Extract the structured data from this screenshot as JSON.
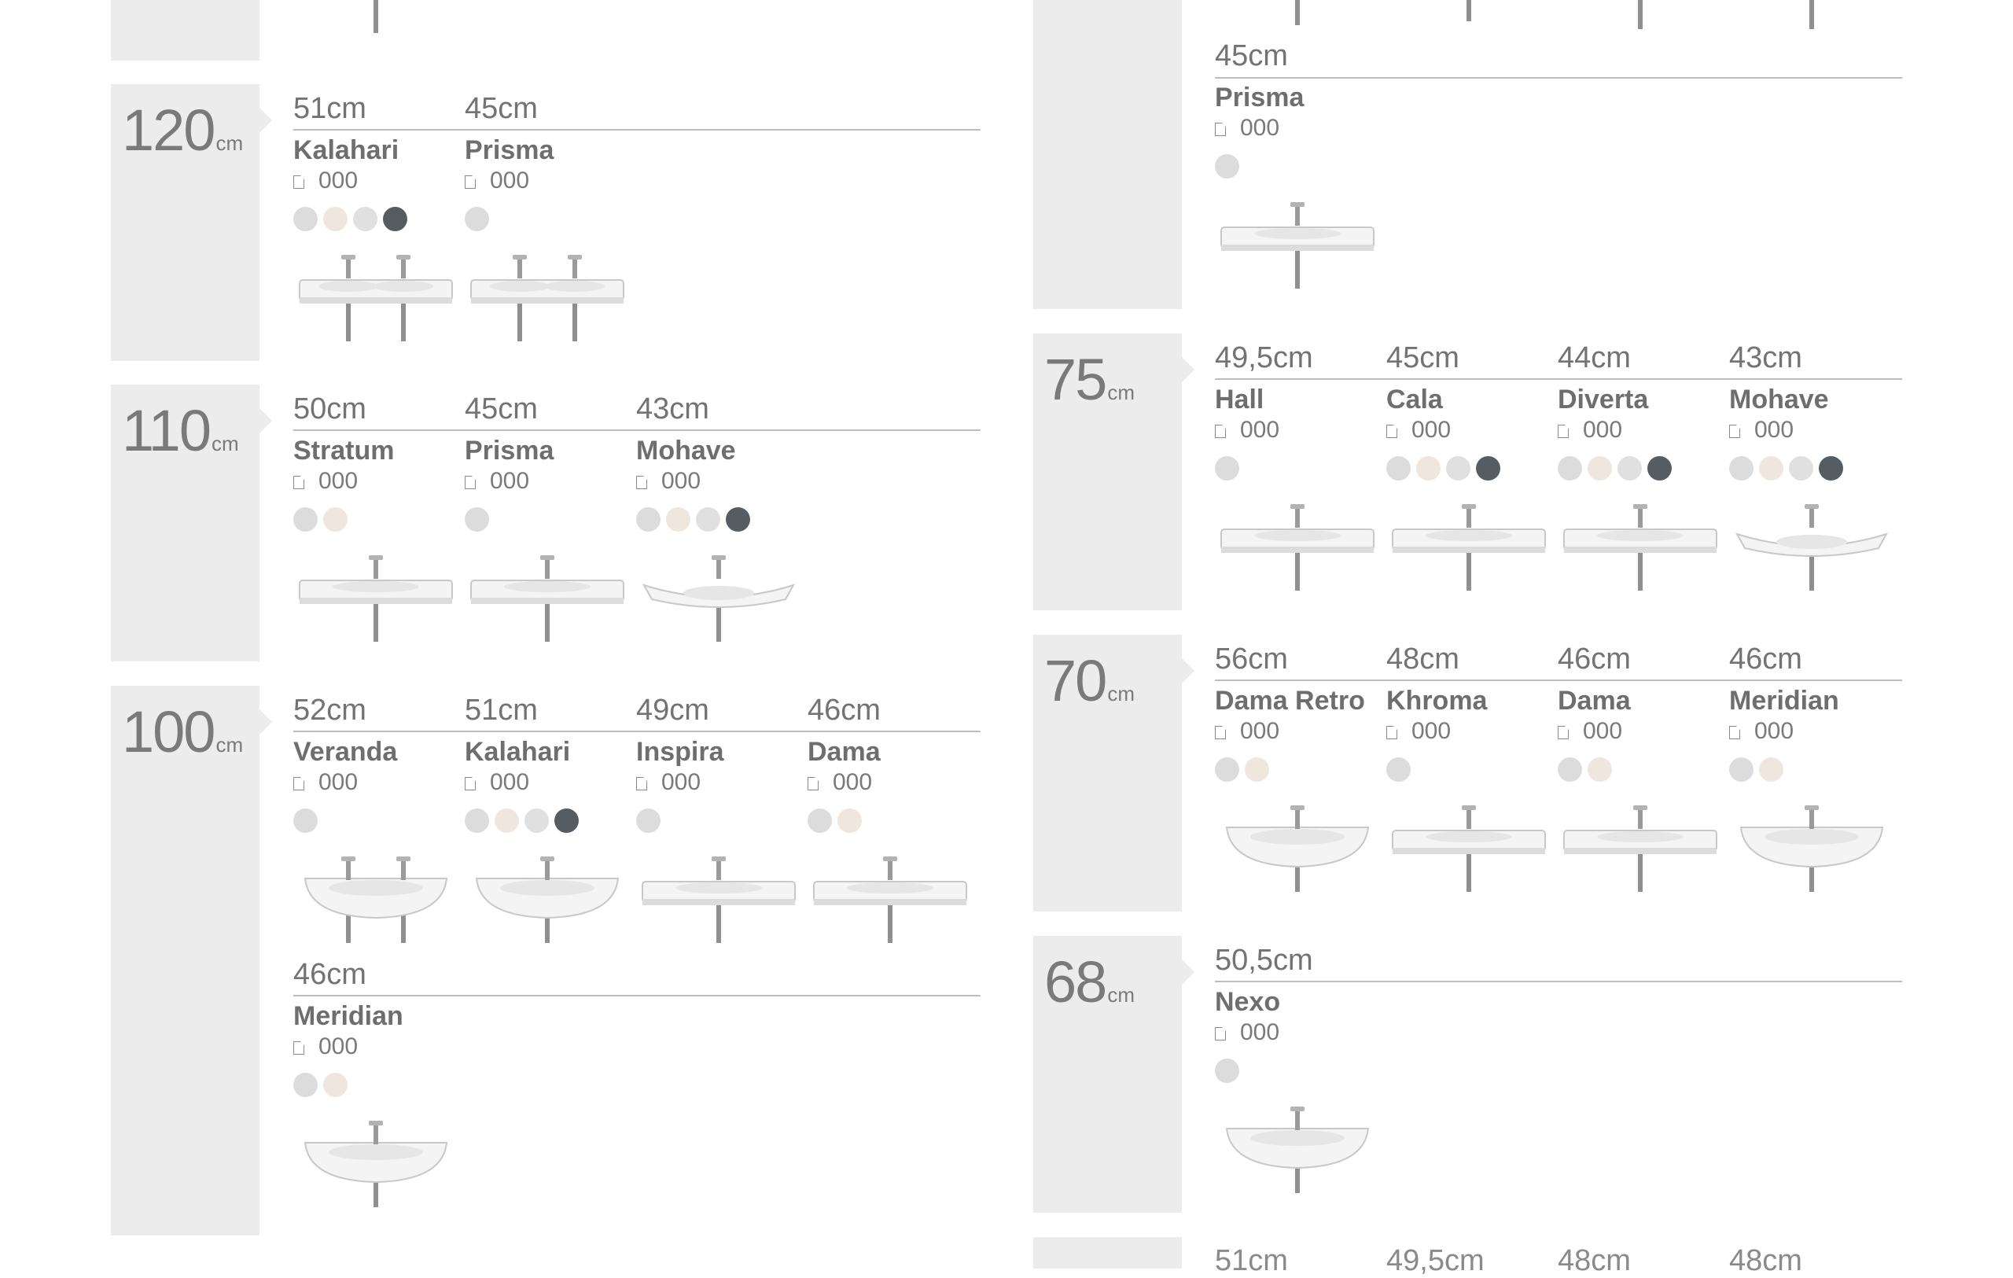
{
  "colors": {
    "grey": "#dcdcdc",
    "beige": "#efe6dd",
    "light": "#e0e0e0",
    "dark": "#555d62"
  },
  "sections": {
    "s120": {
      "size": "120",
      "unit": "cm",
      "products": [
        {
          "width": "51cm",
          "name": "Kalahari",
          "code": "000",
          "swatches": [
            "grey",
            "beige",
            "light",
            "dark"
          ],
          "image": "double-basin-icon"
        },
        {
          "width": "45cm",
          "name": "Prisma",
          "code": "000",
          "swatches": [
            "grey"
          ],
          "image": "double-rect-basin-icon"
        }
      ]
    },
    "s110": {
      "size": "110",
      "unit": "cm",
      "products": [
        {
          "width": "50cm",
          "name": "Stratum",
          "code": "000",
          "swatches": [
            "grey",
            "beige"
          ],
          "image": "flat-basin-icon"
        },
        {
          "width": "45cm",
          "name": "Prisma",
          "code": "000",
          "swatches": [
            "grey"
          ],
          "image": "rect-basin-drawers-icon"
        },
        {
          "width": "43cm",
          "name": "Mohave",
          "code": "000",
          "swatches": [
            "grey",
            "beige",
            "light",
            "dark"
          ],
          "image": "curved-basin-icon"
        }
      ]
    },
    "s100": {
      "size": "100",
      "unit": "cm",
      "products": [
        {
          "width": "52cm",
          "name": "Veranda",
          "code": "000",
          "swatches": [
            "grey"
          ],
          "image": "double-oval-basin-icon"
        },
        {
          "width": "51cm",
          "name": "Kalahari",
          "code": "000",
          "swatches": [
            "grey",
            "beige",
            "light",
            "dark"
          ],
          "image": "oval-basin-icon"
        },
        {
          "width": "49cm",
          "name": "Inspira",
          "code": "000",
          "swatches": [
            "grey"
          ],
          "image": "square-basin-icon"
        },
        {
          "width": "46cm",
          "name": "Dama",
          "code": "000",
          "swatches": [
            "grey",
            "beige"
          ],
          "image": "slim-basin-icon"
        },
        {
          "width": "46cm",
          "name": "Meridian",
          "code": "000",
          "swatches": [
            "grey",
            "beige"
          ],
          "image": "round-basin-icon"
        }
      ]
    },
    "s80": {
      "width": "45cm",
      "name": "Prisma",
      "code": "000",
      "swatches": [
        "grey"
      ],
      "image": "rect-basin-icon"
    },
    "s75": {
      "size": "75",
      "unit": "cm",
      "products": [
        {
          "width": "49,5cm",
          "name": "Hall",
          "code": "000",
          "swatches": [
            "grey"
          ],
          "image": "box-basin-icon"
        },
        {
          "width": "45cm",
          "name": "Cala",
          "code": "000",
          "swatches": [
            "grey",
            "beige",
            "light",
            "dark"
          ],
          "image": "soft-basin-icon"
        },
        {
          "width": "44cm",
          "name": "Diverta",
          "code": "000",
          "swatches": [
            "grey",
            "beige",
            "light",
            "dark"
          ],
          "image": "angular-basin-icon"
        },
        {
          "width": "43cm",
          "name": "Mohave",
          "code": "000",
          "swatches": [
            "grey",
            "beige",
            "light",
            "dark"
          ],
          "image": "wave-basin-icon"
        }
      ]
    },
    "s70": {
      "size": "70",
      "unit": "cm",
      "products": [
        {
          "width": "56cm",
          "name": "Dama Retro",
          "code": "000",
          "swatches": [
            "grey",
            "beige"
          ],
          "image": "retro-basin-icon"
        },
        {
          "width": "48cm",
          "name": "Khroma",
          "code": "000",
          "swatches": [
            "grey"
          ],
          "image": "khroma-basin-icon"
        },
        {
          "width": "46cm",
          "name": "Dama",
          "code": "000",
          "swatches": [
            "grey",
            "beige"
          ],
          "image": "dama-basin-icon"
        },
        {
          "width": "46cm",
          "name": "Meridian",
          "code": "000",
          "swatches": [
            "grey",
            "beige"
          ],
          "image": "meridian-basin-icon"
        }
      ]
    },
    "s68": {
      "size": "68",
      "unit": "cm",
      "products": [
        {
          "width": "50,5cm",
          "name": "Nexo",
          "code": "000",
          "swatches": [
            "grey"
          ],
          "image": "nexo-basin-icon"
        }
      ]
    }
  },
  "bottom_partial": [
    "51cm",
    "49,5cm",
    "48cm",
    "48cm"
  ]
}
